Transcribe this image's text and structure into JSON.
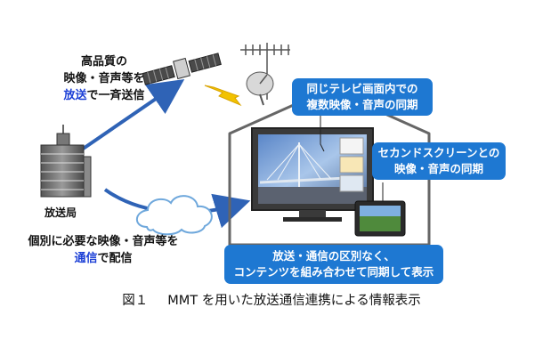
{
  "top_left_text": {
    "line1": "高品質の",
    "line2": "映像・音声等を",
    "line3_highlight": "放送",
    "line3_rest": "で一斉送信"
  },
  "station_label": "放送局",
  "bottom_left_text": {
    "line1": "個別に必要な映像・音声等を",
    "line2_highlight": "通信",
    "line2_rest": "で配信"
  },
  "callouts": {
    "tv_sync": [
      "同じテレビ画面内での",
      "複数映像・音声の同期"
    ],
    "second_screen": [
      "セカンドスクリーンとの",
      "映像・音声の同期"
    ],
    "combine": [
      "放送・通信の区別なく、",
      "コンテンツを組み合わせて同期して表示"
    ]
  },
  "caption": {
    "number": "図１",
    "text": "MMT を用いた放送通信連携による情報表示"
  },
  "colors": {
    "arrow_blue": "#2f63b6",
    "callout_blue": "#1e78d2",
    "highlight_blue": "#1b3fd6",
    "signal_yellow": "#f2c200"
  }
}
